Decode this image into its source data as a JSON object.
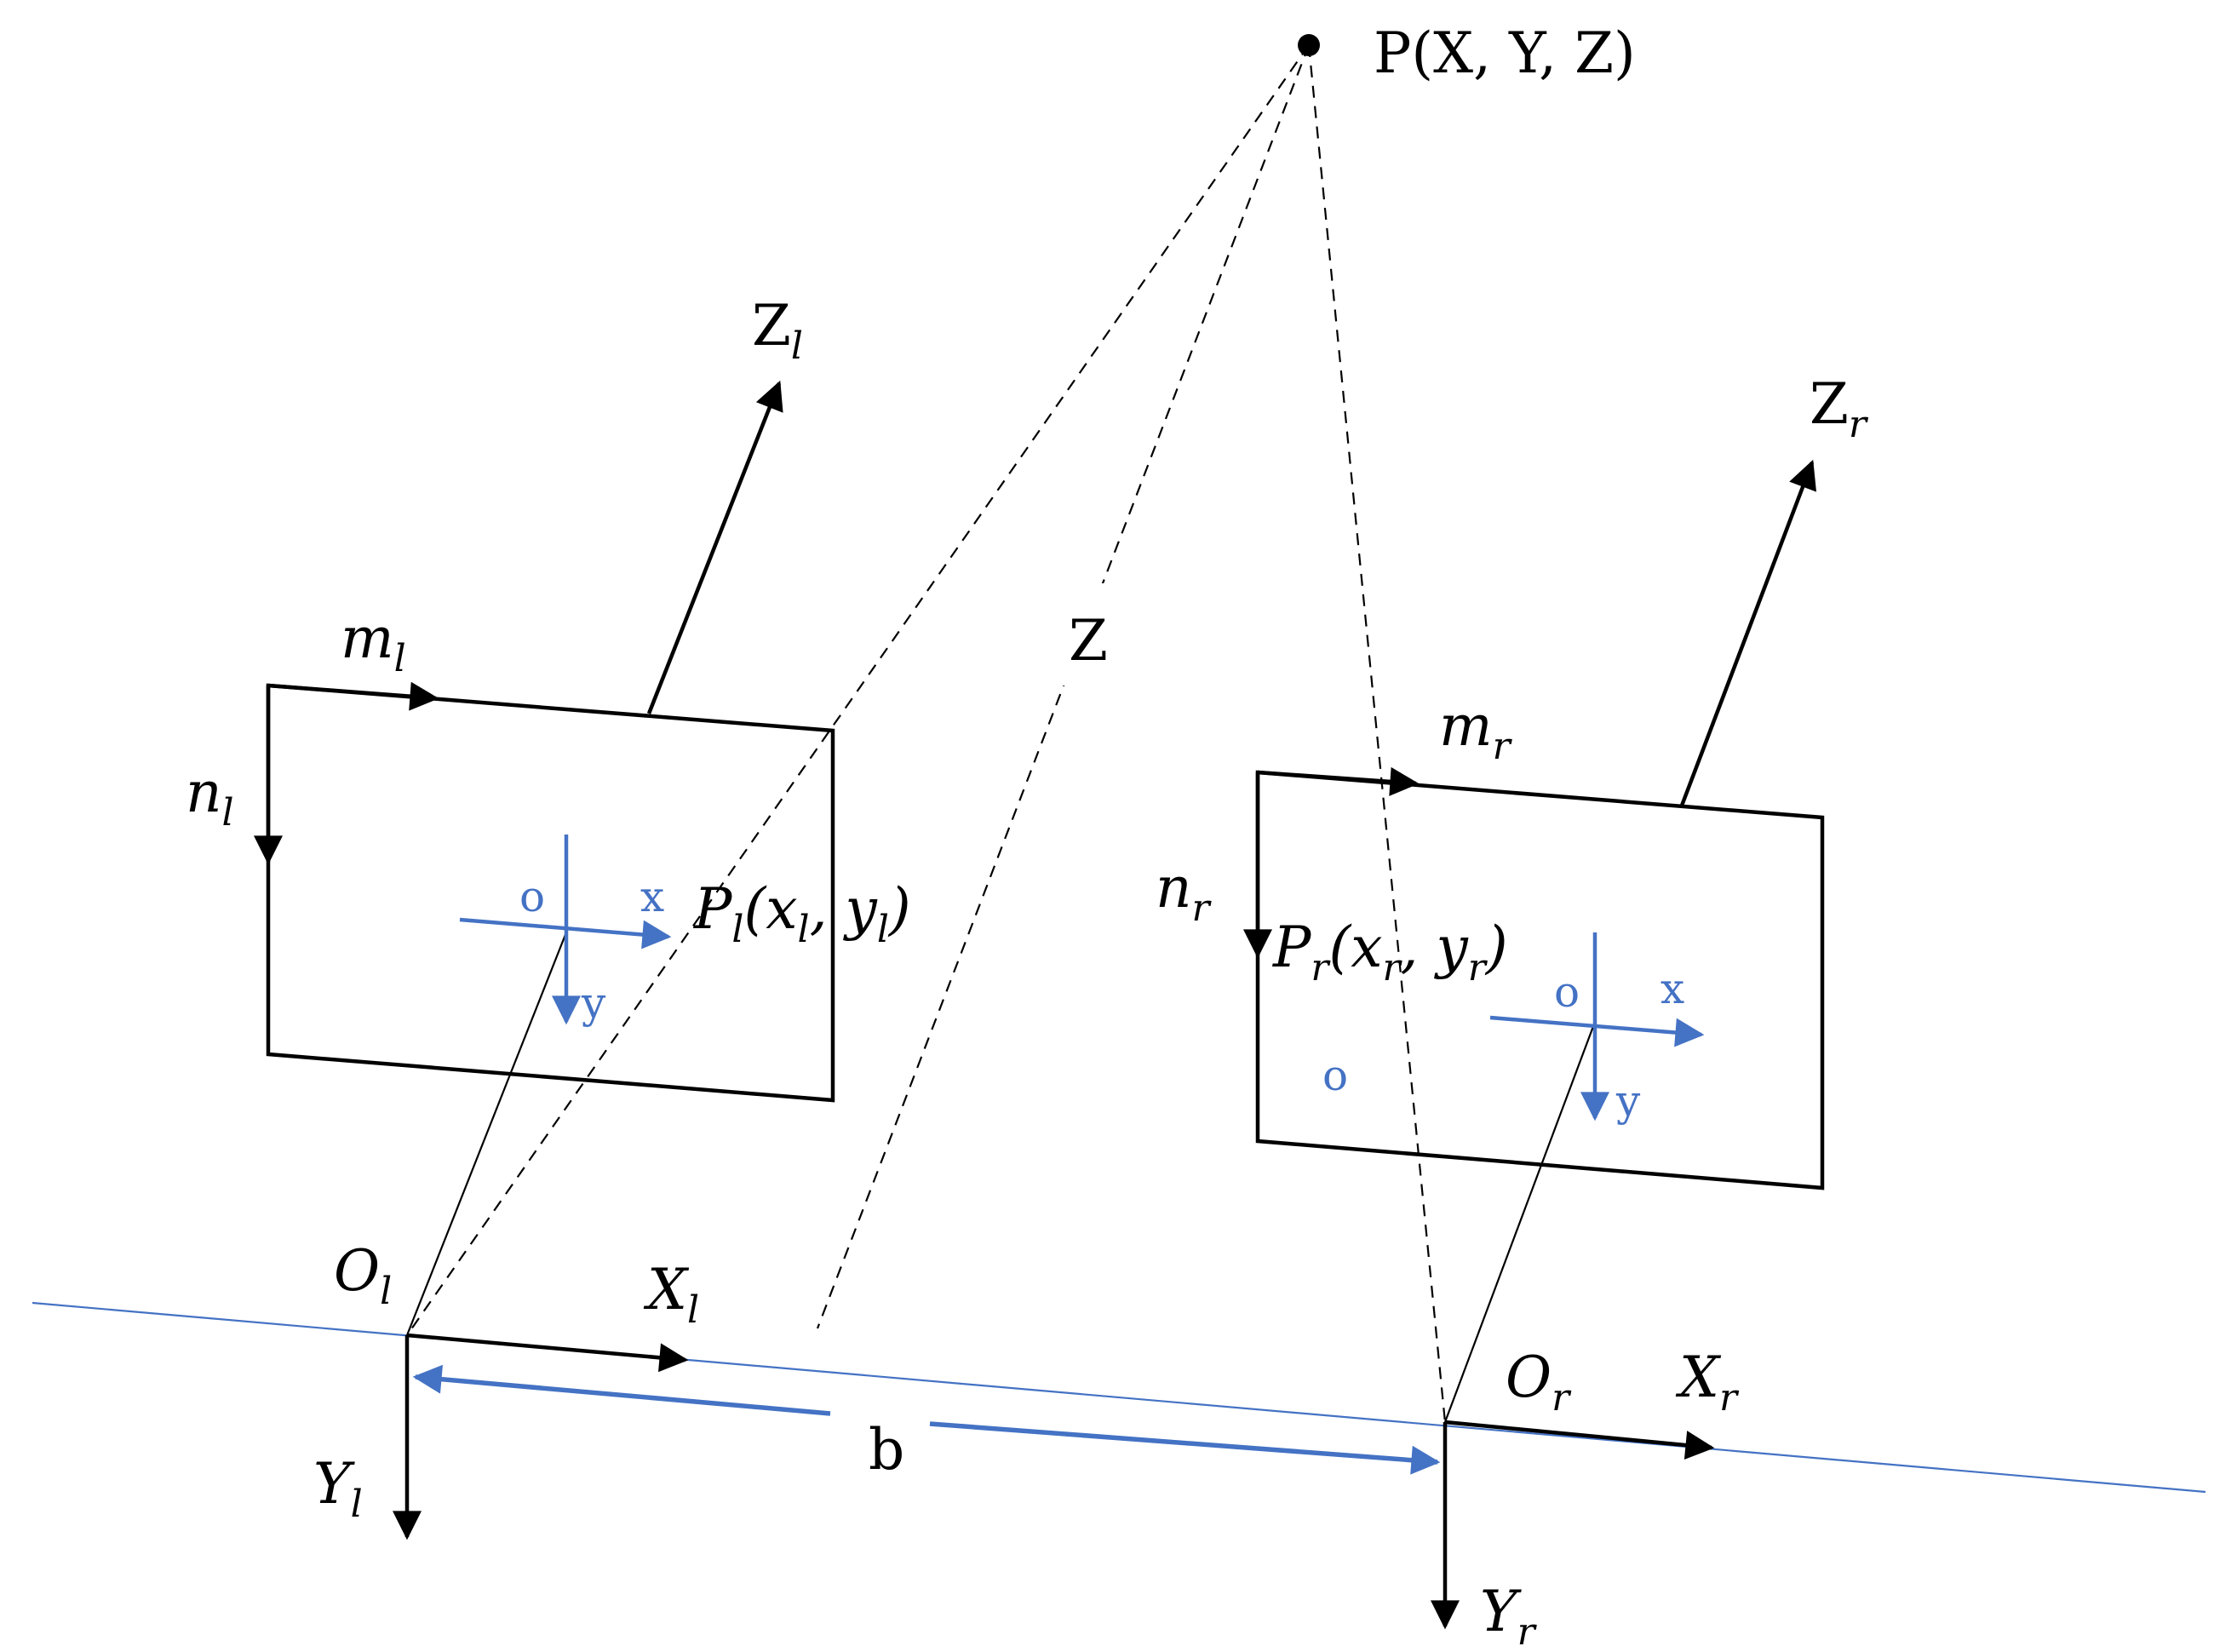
{
  "colors": {
    "ink": "#000000",
    "accent_blue": "#4472c4",
    "background": "#ffffff"
  },
  "point": {
    "label": "P(X, Y, Z)"
  },
  "depth_label": "Z",
  "baseline_label": "b",
  "left_camera": {
    "optical_axis_main": "Z",
    "optical_axis_sub": "l",
    "m_main": "m",
    "m_sub": "l",
    "n_main": "n",
    "n_sub": "l",
    "image_origin": "o",
    "image_x": "x",
    "image_y": "y",
    "projection": {
      "p": "P",
      "p_sub": "l",
      "open": "(",
      "x": "x",
      "x_sub": "l",
      "comma": ", ",
      "y": "y",
      "y_sub": "l",
      "close": ")"
    },
    "origin_main": "O",
    "origin_sub": "l",
    "world_x_main": "X",
    "world_x_sub": "l",
    "world_y_main": "Y",
    "world_y_sub": "l"
  },
  "right_camera": {
    "optical_axis_main": "Z",
    "optical_axis_sub": "r",
    "m_main": "m",
    "m_sub": "r",
    "n_main": "n",
    "n_sub": "r",
    "image_origin": "o",
    "image_x": "x",
    "image_y": "y",
    "stray_mark": "o",
    "projection": {
      "p": "P",
      "p_sub": "r",
      "open": "(",
      "x": "x",
      "x_sub": "r",
      "comma": ", ",
      "y": "y",
      "y_sub": "r",
      "close": ")"
    },
    "origin_main": "O",
    "origin_sub": "r",
    "world_x_main": "X",
    "world_x_sub": "r",
    "world_y_main": "Y",
    "world_y_sub": "r"
  }
}
